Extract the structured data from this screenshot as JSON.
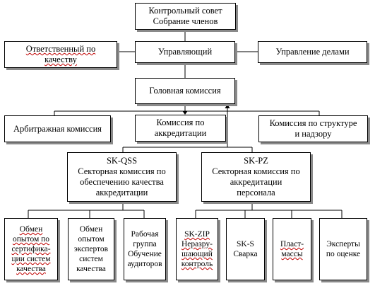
{
  "boxes": {
    "council": "Контрольный совет\nСобрание членов",
    "manager": "Управляющий",
    "quality": "Ответственный по\nкачеству",
    "office": "Управление делами",
    "head": "Головная комиссия",
    "arbitration": "Арбитражная комиссия",
    "accreditation": "Комиссия по\nаккредитации",
    "structure": "Комиссия по структуре\nи надзору",
    "skqss": "SK-QSS\nСекторная комиссия по\nобеспечению качества\nаккредитации",
    "skpz": "SK-PZ\nСекторная комиссия по\nаккредитации\nперсонала",
    "exchange_cert": "Обмен\nопытом по\nсертифика-\nции систем\nкачества",
    "exchange_experts": "Обмен\nопытом\nэкспертов\nсистем\nкачества",
    "workgroup": "Рабочая\nгруппа\nОбучение\nаудиторов",
    "skzip": "SK-ZIP\nНеразру-\nшающий\nконтроль",
    "sks": "SK-S\nСварка",
    "plastics": "Пласт-\nмассы",
    "experts": "Эксперты\nпо оценке"
  }
}
